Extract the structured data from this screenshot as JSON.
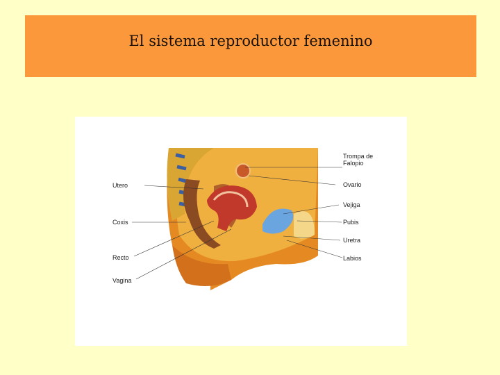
{
  "slide": {
    "title": "El sistema reproductor femenino"
  },
  "diagram": {
    "labels_left": [
      "Utero",
      "Coxis",
      "Recto",
      "Vagina"
    ],
    "labels_right": [
      "Trompa de Falopio",
      "Ovario",
      "Vejiga",
      "Pubis",
      "Uretra",
      "Labios"
    ]
  },
  "colors": {
    "background": "#ffffc8",
    "title_band": "#fb983b",
    "bladder": "#6aa5e0"
  }
}
